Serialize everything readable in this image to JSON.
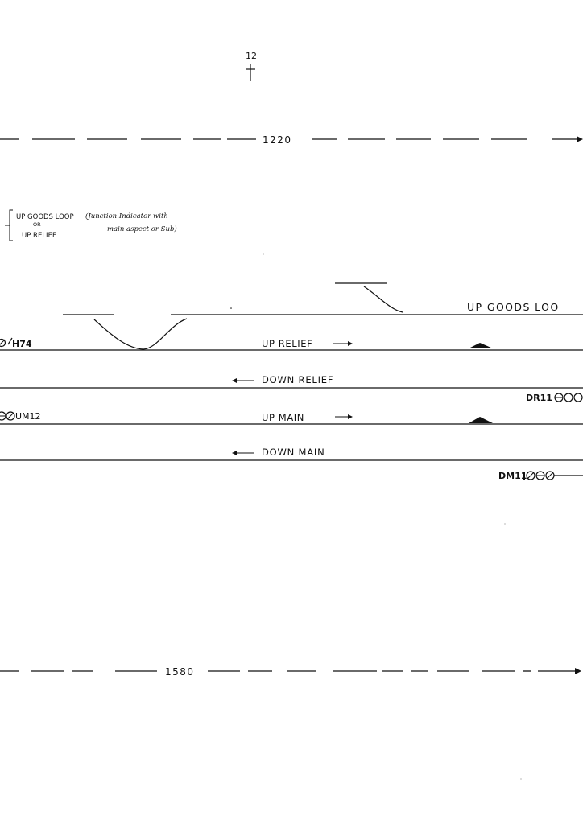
{
  "mileage": {
    "post_number": "12",
    "upper_distance": "1220",
    "lower_distance": "1580"
  },
  "indicator_note": {
    "line_1": "UP GOODS LOOP",
    "line_or": "OR",
    "line_2": "UP RELIEF",
    "handwritten_1": "(Junction Indicator with",
    "handwritten_2": "main aspect or Sub)"
  },
  "tracks": {
    "up_goods_loop": "UP  GOODS  LOO",
    "up_relief": "UP RELIEF",
    "down_relief": "DOWN  RELIEF",
    "up_main": "UP MAIN",
    "down_main": "DOWN  MAIN"
  },
  "signals": {
    "h74": "H74",
    "um12": "UM12",
    "dr11": "DR11",
    "dm11": "DM11"
  }
}
